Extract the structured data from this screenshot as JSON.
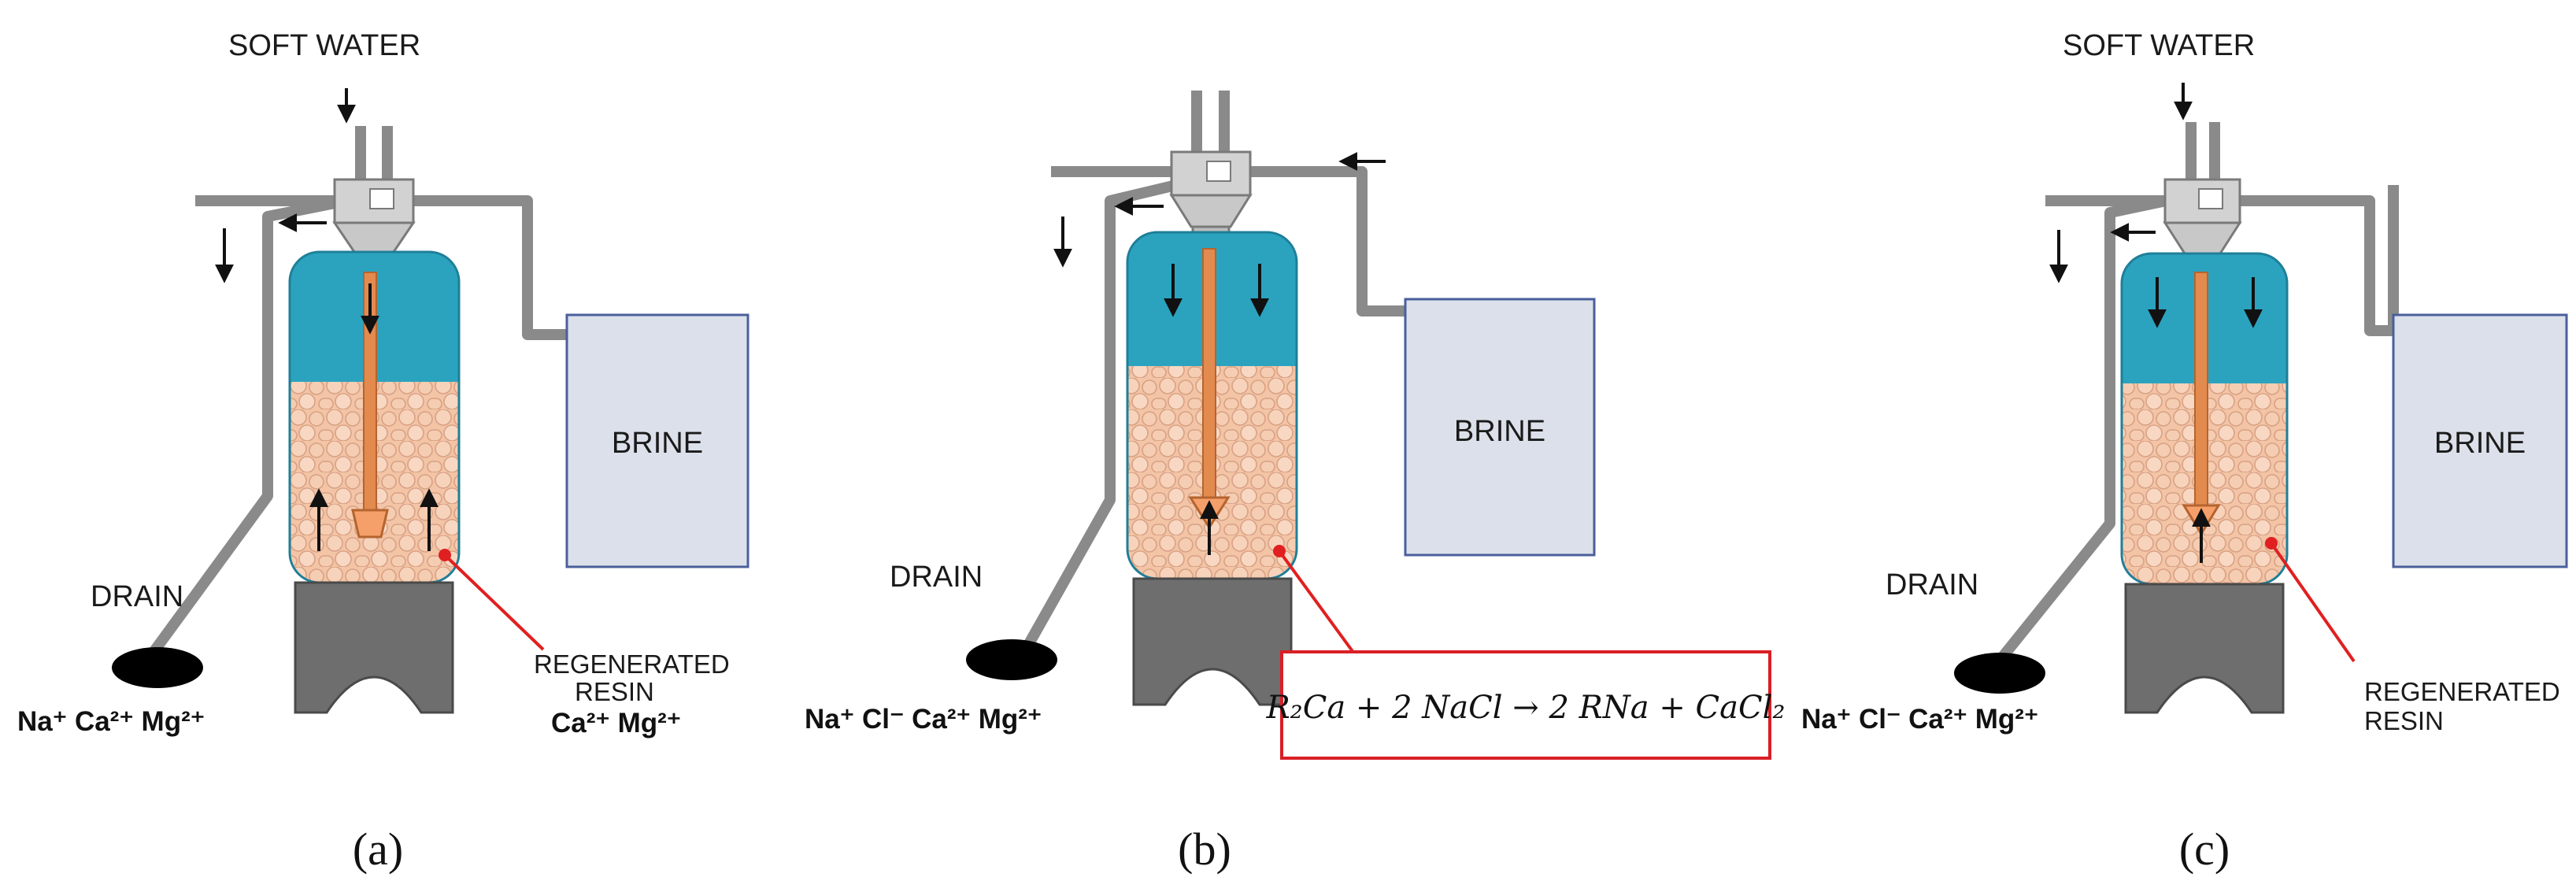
{
  "colors": {
    "water": "#2ba3bf",
    "resin": "#f3c4a6",
    "rod": "#e38a4f",
    "pipe": "#8a8a8a",
    "stand": "#6e6e6e",
    "brine_fill": "#dce0ea",
    "brine_border": "#4a5f9c",
    "pointer": "#e02020"
  },
  "panels": [
    {
      "id": "a",
      "caption": "(a)",
      "soft_water_label": "SOFT WATER",
      "brine_label": "BRINE",
      "drain_label": "DRAIN",
      "resin_label_line1": "REGENERATED",
      "resin_label_line2": "RESIN",
      "ions_bottom": "Na⁺  Ca²⁺ Mg²⁺",
      "ions_right": "Ca²⁺  Mg²⁺",
      "equation": ""
    },
    {
      "id": "b",
      "caption": "(b)",
      "soft_water_label": "",
      "brine_label": "BRINE",
      "drain_label": "DRAIN",
      "resin_label_line1": "",
      "resin_label_line2": "",
      "ions_bottom": "Na⁺  Cl⁻  Ca²⁺ Mg²⁺",
      "ions_right": "",
      "equation": "R₂Ca + 2 NaCl → 2 RNa + CaCl₂"
    },
    {
      "id": "c",
      "caption": "(c)",
      "soft_water_label": "SOFT WATER",
      "brine_label": "BRINE",
      "drain_label": "DRAIN",
      "resin_label_line1": "REGENERATED",
      "resin_label_line2": "RESIN",
      "ions_bottom": "Na⁺  Cl⁻  Ca²⁺ Mg²⁺",
      "ions_right": "",
      "equation": ""
    }
  ]
}
